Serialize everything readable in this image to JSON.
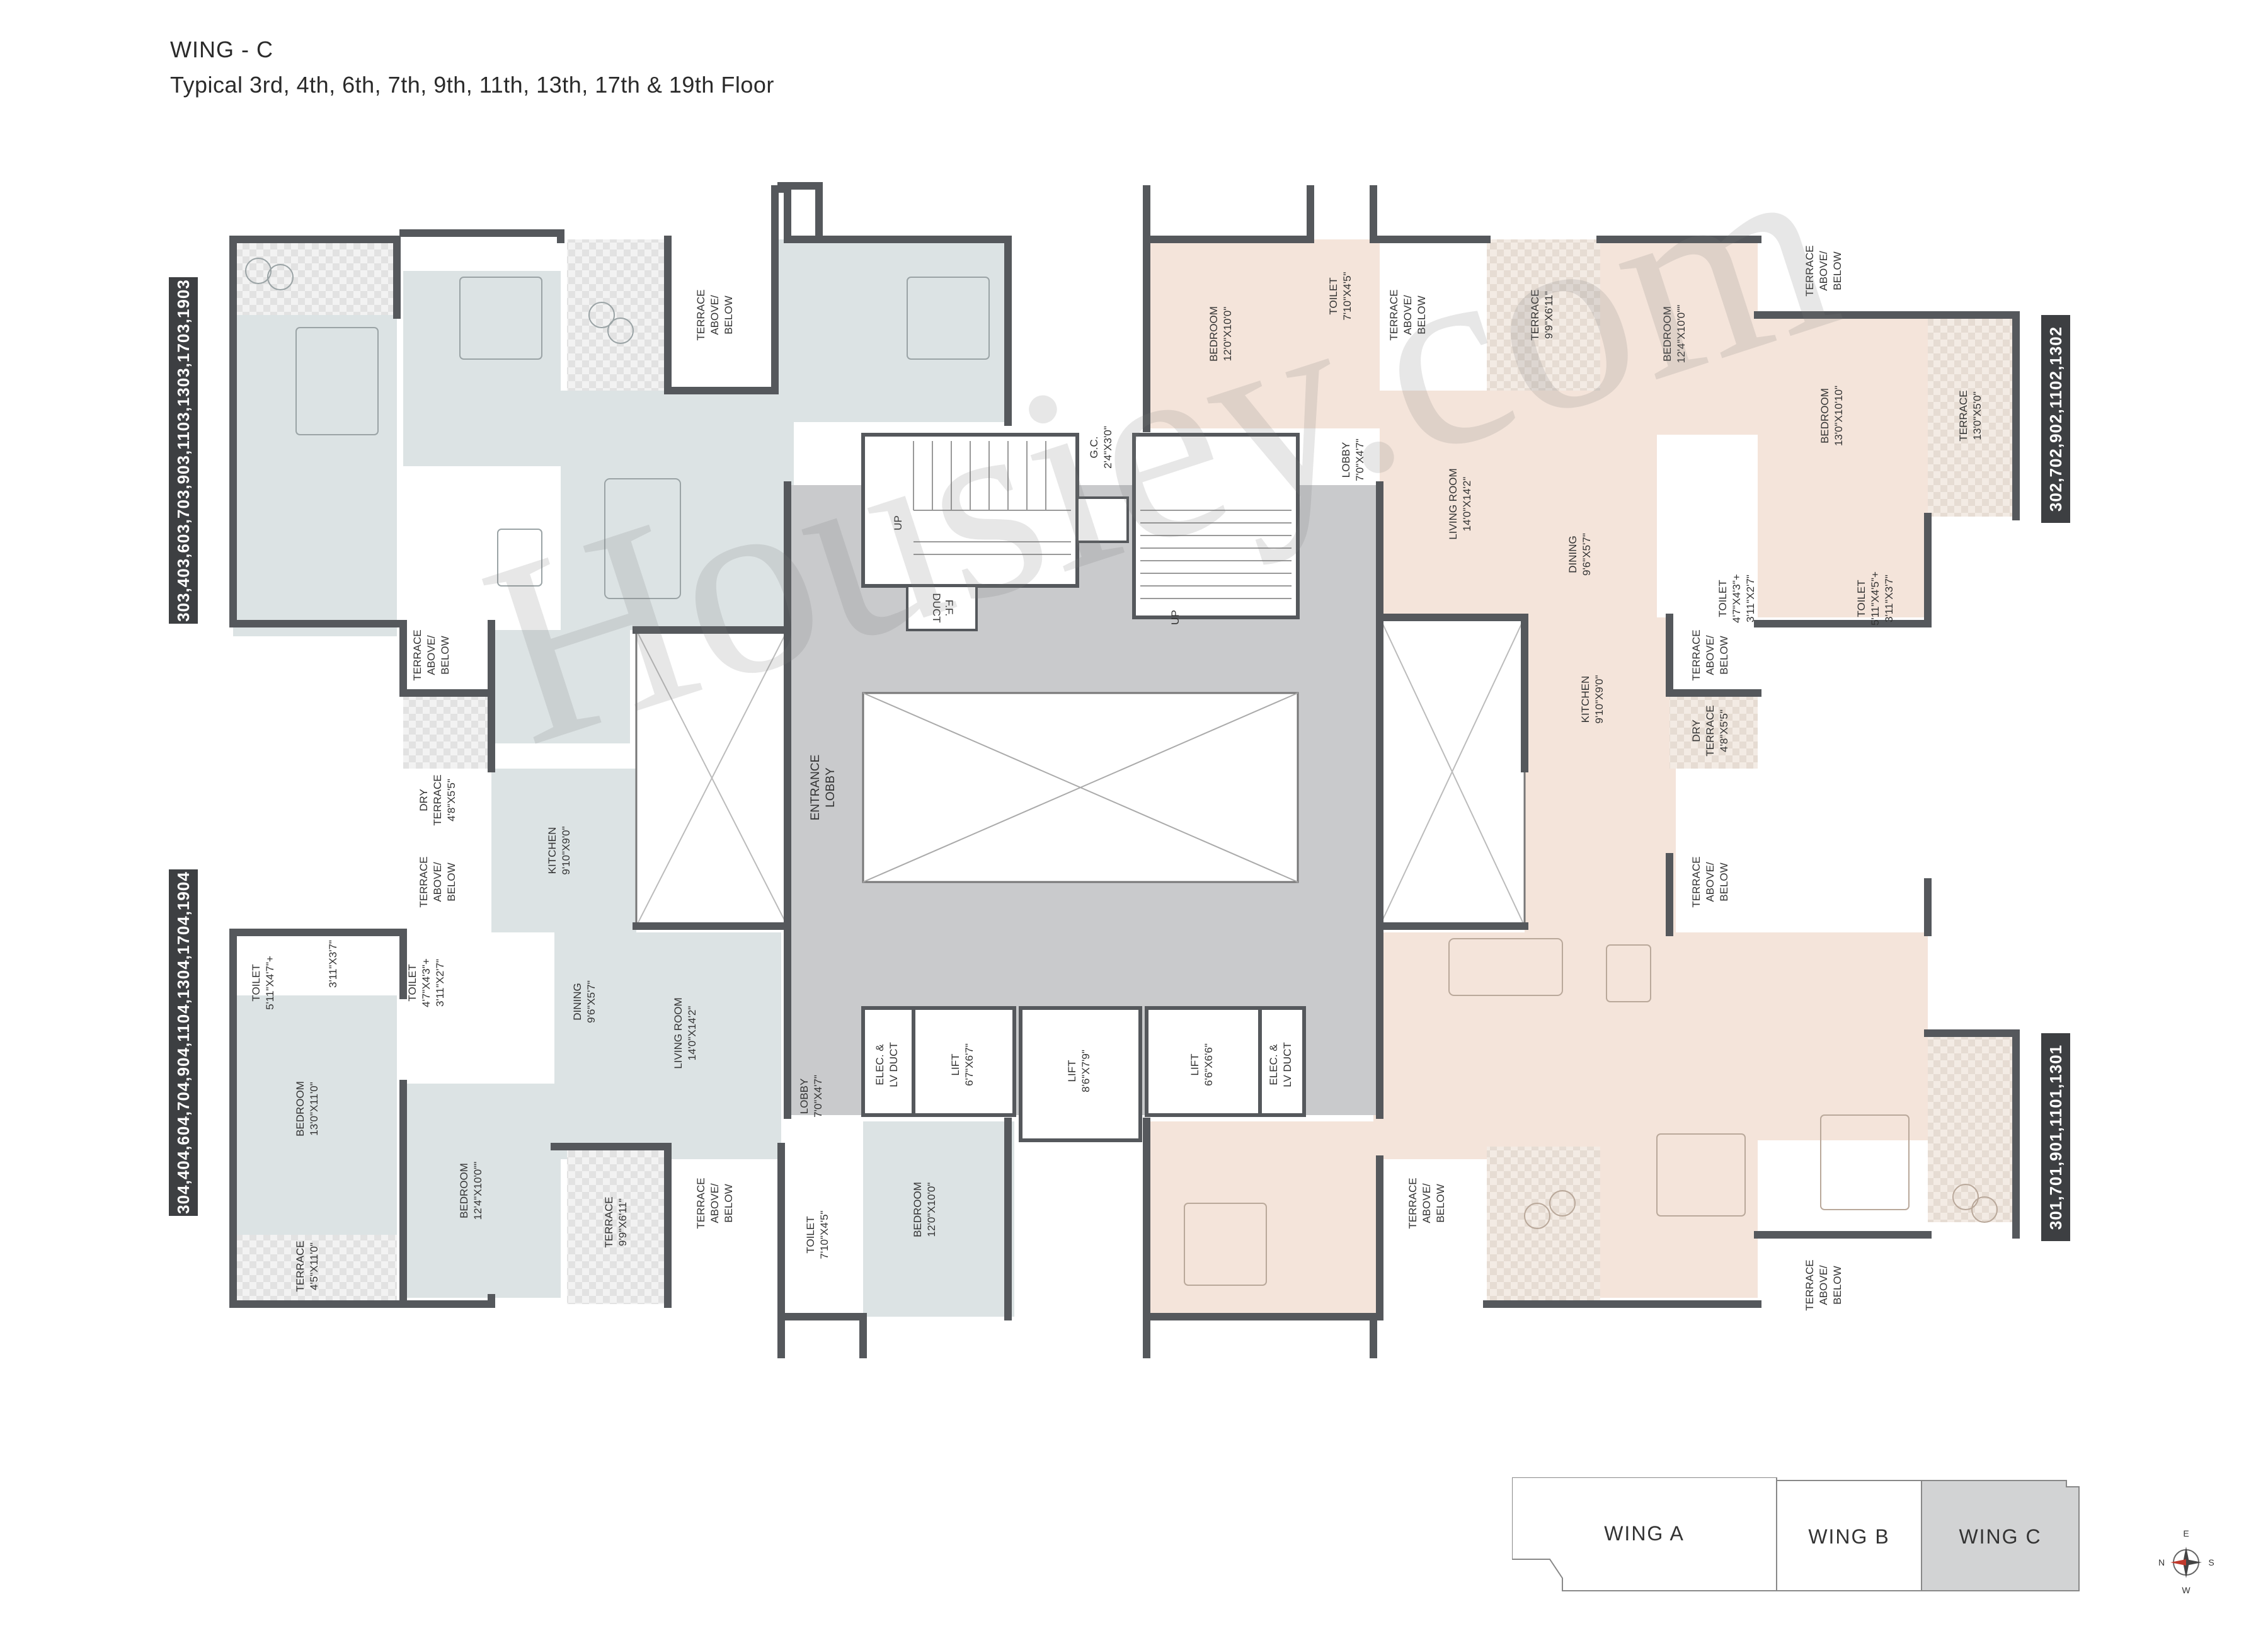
{
  "header": {
    "wing": "WING - C",
    "floors": "Typical 3rd, 4th, 6th, 7th, 9th, 11th, 13th, 17th & 19th Floor"
  },
  "units": {
    "top_left": "303,403,603,703,903,1103,1303,1703,1903",
    "bottom_left": "304,404,604,704,904,1104,1304,1704,1904",
    "top_right": "302,702,902,1102,1302",
    "bottom_right": "301,701,901,1101,1301"
  },
  "rooms": {
    "terrace_above_below": [
      "TERRACE",
      "ABOVE/",
      "BELOW"
    ],
    "terrace": "TERRACE",
    "bedroom": "BEDROOM",
    "toilet": "TOILET",
    "kitchen": "KITCHEN",
    "dining": "DINING",
    "living_room": "LIVING ROOM",
    "lobby": "LOBBY",
    "dry_terrace": [
      "DRY",
      "TERRACE"
    ],
    "lift": "LIFT",
    "elec_duct": [
      "ELEC. &",
      "LV DUCT"
    ],
    "entrance_lobby": [
      "ENTRANCE",
      "LOBBY"
    ],
    "gc": "G.C.",
    "ff_duct": [
      "F.F.",
      "DUCT"
    ],
    "up": "UP"
  },
  "dims": {
    "terrace_top": "9'9\"X6'11\"",
    "bed_12_0_10_0": "12'0\"X10'0\"",
    "toilet_7_10_4_5": "7'10\"X4'5\"",
    "bed_12_4_10_0": "12'4\"X10'0\"\"",
    "bed_13_0_10_10": "13'0\"X10'10\"",
    "terrace_13_0_5_0": "13'0\"X5'0\"",
    "lobby_7_0_4_7": "7'0\"X4'7\"",
    "living_14_0_14_2": "14'0\"X14'2\"",
    "dining_9_6_5_7": "9'6\"X5'7\"",
    "toilet_4_7": "4'7\"X4'3\"+",
    "toilet_4_7b": "3'11\"X2'7\"",
    "toilet_5_11": "5'11\"X4'5\"+",
    "toilet_5_11b": "3'11\"X3'7\"",
    "kitchen_9_10_9_0": "9'10\"X9'0\"",
    "dry_4_8_5_5": "4'8\"X5'5\"",
    "gc_2_4_3_0": "2'4\"X3'0\"",
    "bed_13_0_11_0": "13'0\"X11'0\"",
    "terrace_4_5_11_0": "4'5\"X11'0\"",
    "toilet_5_11_left": "5'11\"X4'7\"+",
    "toilet_5_11_left_b": "3'11\"X3'7\"",
    "toilet_4_7_left": "4'7\"X4'3\"+",
    "toilet_4_7_left_b": "3'11\"X2'7\"",
    "lift_1": "6'7\"X6'7\"",
    "lift_2": "8'6\"X7'9\"",
    "lift_3": "6'6\"X6'6\""
  },
  "keyplan": {
    "wing_a": "WING A",
    "wing_b": "WING B",
    "wing_c": "WING C"
  },
  "compass": {
    "n": "N",
    "s": "S",
    "e": "E",
    "w": "W"
  },
  "watermark": "Housiey.com",
  "colors": {
    "blue_unit": "#dce3e4",
    "pink_unit": "#f4e4da",
    "core": "#c9cacc",
    "wall": "#55585c",
    "terrace_check": "#e6e6e6",
    "unit_tag": "#3d3f42",
    "keyplan_active": "#d2d3d4"
  }
}
